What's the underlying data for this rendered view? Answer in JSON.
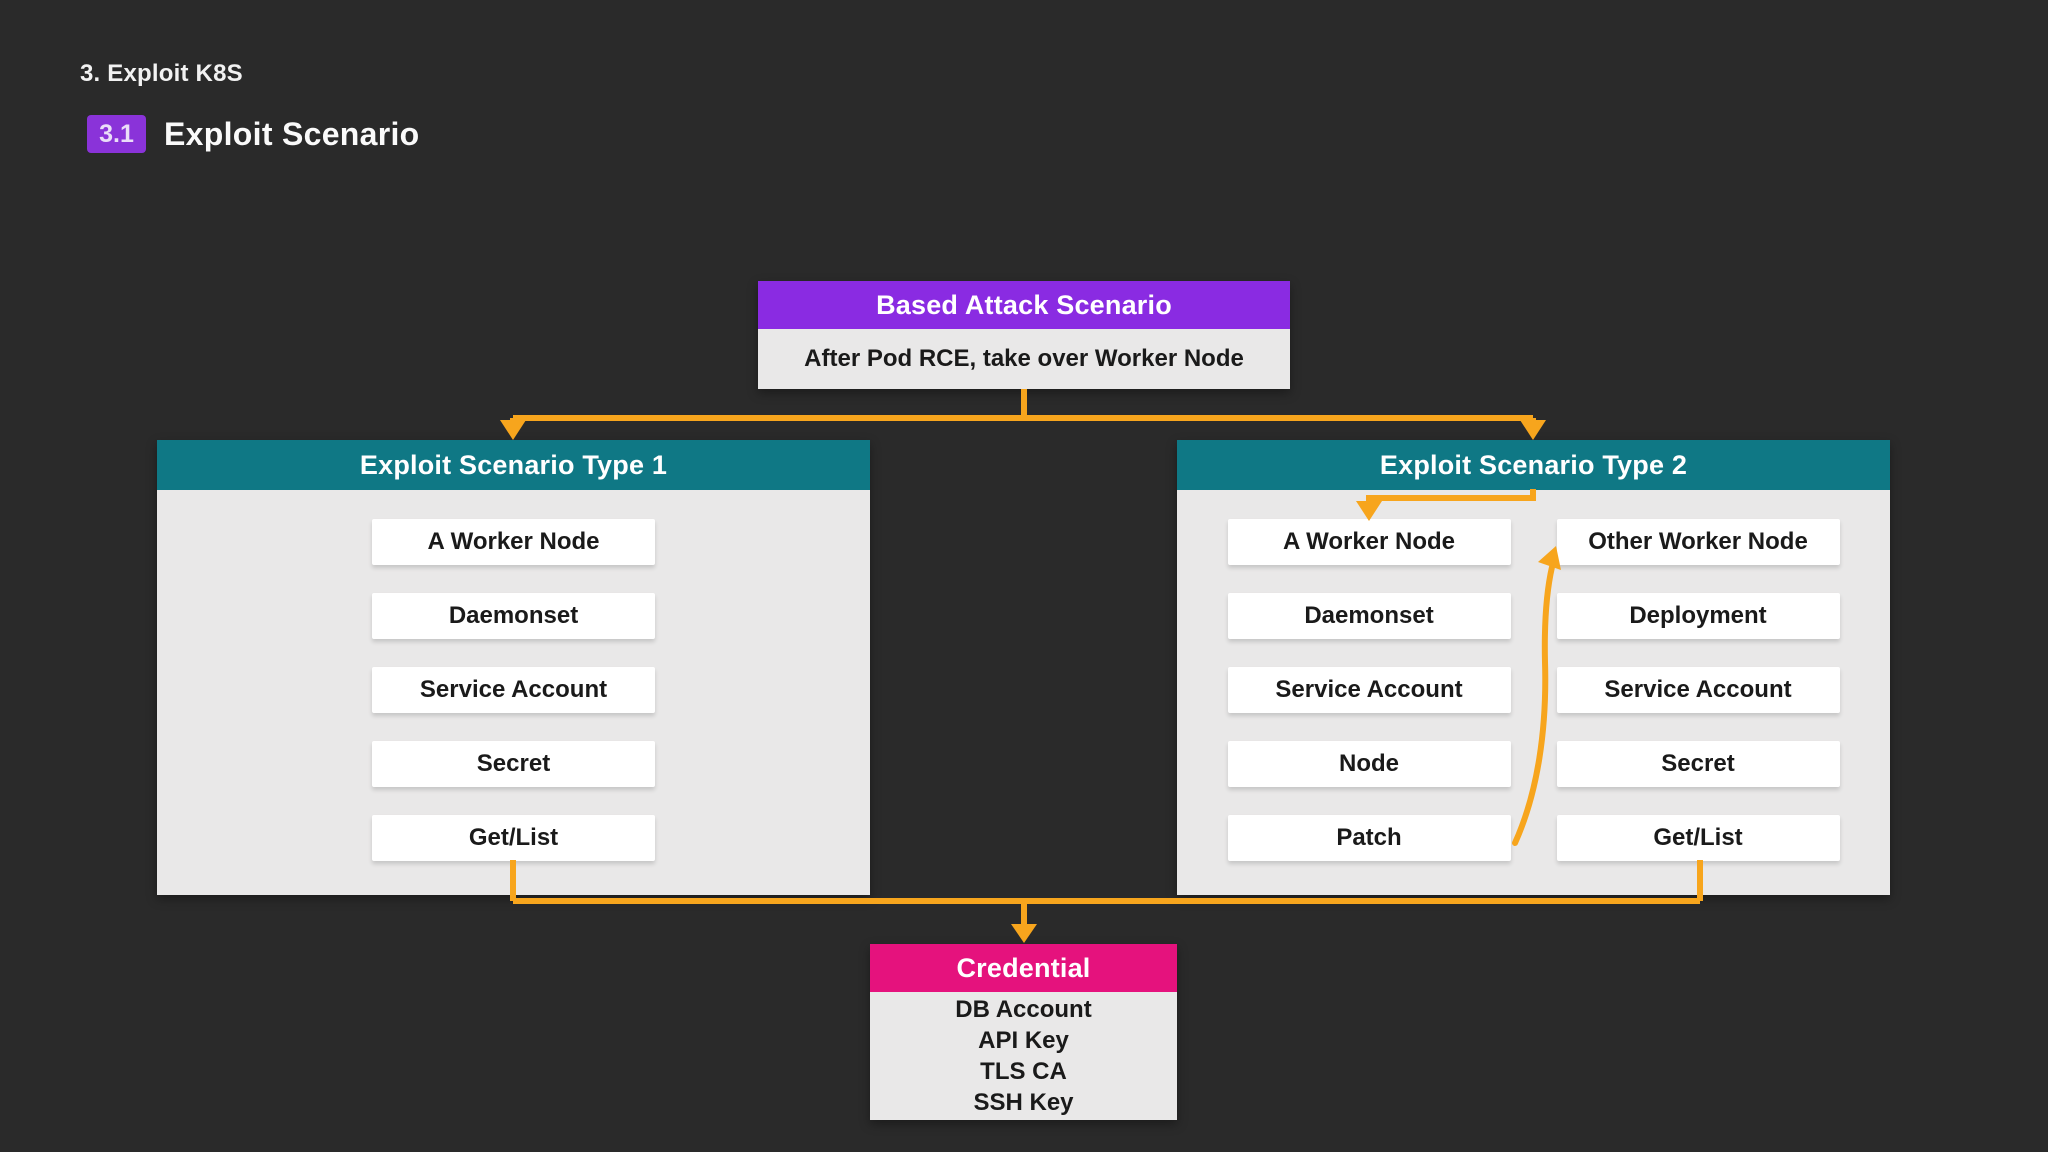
{
  "header": {
    "section_label": "3. Exploit K8S",
    "badge": "3.1",
    "title": "Exploit Scenario"
  },
  "diagram": {
    "root": {
      "title": "Based Attack Scenario",
      "subtitle": "After Pod RCE,  take over Worker Node"
    },
    "type1": {
      "title": "Exploit Scenario Type 1",
      "items": [
        "A Worker Node",
        "Daemonset",
        "Service Account",
        "Secret",
        "Get/List"
      ]
    },
    "type2": {
      "title": "Exploit Scenario Type 2",
      "left_items": [
        "A Worker Node",
        "Daemonset",
        "Service Account",
        "Node",
        "Patch"
      ],
      "right_items": [
        "Other Worker Node",
        "Deployment",
        "Service Account",
        "Secret",
        "Get/List"
      ]
    },
    "credential": {
      "title": "Credential",
      "items": [
        "DB Account",
        "API Key",
        "TLS CA",
        "SSH Key"
      ]
    }
  },
  "colors": {
    "background": "#2A2A2A",
    "purple": "#8A2BE2",
    "badge-purple": "#8A33D9",
    "teal": "#0F7885",
    "pink": "#E5127D",
    "orange": "#F7A51D",
    "panel-gray": "#E9E8E8",
    "item-white": "#FFFFFF",
    "text-dark": "#1A1A1A",
    "text-light": "#FFFFFF"
  }
}
